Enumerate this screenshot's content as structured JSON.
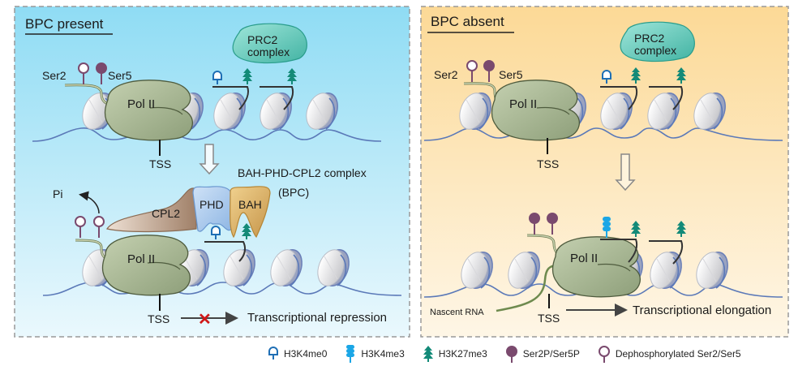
{
  "panels": {
    "left": {
      "title": "BPC present",
      "ser2_label": "Ser2",
      "ser5_label": "Ser5",
      "polii_label": "Pol II",
      "prc2_label_line1": "PRC2",
      "prc2_label_line2": "complex",
      "tss_label": "TSS",
      "complex_label": "BAH-PHD-CPL2 complex",
      "complex_abbrev": "(BPC)",
      "pi_label": "Pi",
      "cpl2_label": "CPL2",
      "phd_label": "PHD",
      "bah_label": "BAH",
      "polii_label_bottom": "Pol II",
      "tss_label_bottom": "TSS",
      "outcome_label": "Transcriptional repression",
      "bg_top": "#8fdcf4",
      "bg_bottom": "#eaf8fd"
    },
    "right": {
      "title": "BPC absent",
      "ser2_label": "Ser2",
      "ser5_label": "Ser5",
      "polii_label": "Pol II",
      "prc2_label_line1": "PRC2",
      "prc2_label_line2": "complex",
      "tss_label": "TSS",
      "polii_label_bottom": "Pol II",
      "tss_label_bottom": "TSS",
      "nascent_rna_label": "Nascent RNA",
      "outcome_label": "Transcriptional elongation",
      "bg_top": "#fcd996",
      "bg_bottom": "#fef6e6"
    }
  },
  "legend": {
    "items": [
      {
        "icon": "h3k4me0-icon",
        "label": "H3K4me0"
      },
      {
        "icon": "h3k4me3-icon",
        "label": "H3K4me3"
      },
      {
        "icon": "h3k27me3-icon",
        "label": "H3K27me3"
      },
      {
        "icon": "ser-phosphorylated-icon",
        "label": "Ser2P/Ser5P"
      },
      {
        "icon": "ser-dephosphorylated-icon",
        "label": "Dephosphorylated Ser2/Ser5"
      }
    ]
  },
  "colors": {
    "h3k4me0": "#1f6fb5",
    "h3k4me3": "#1aa6e6",
    "h3k27me3": "#138a78",
    "ser_phospho": "#7a4a6e",
    "ser_dephospho": "#7a4a6e",
    "dna": "#5b79b8",
    "polii": "#a9b896",
    "prc2": "#6fd0c0",
    "cpl2": "#a88a72",
    "phd": "#9cc2ea",
    "bah": "#d9b068",
    "repression_x": "#d01818"
  }
}
